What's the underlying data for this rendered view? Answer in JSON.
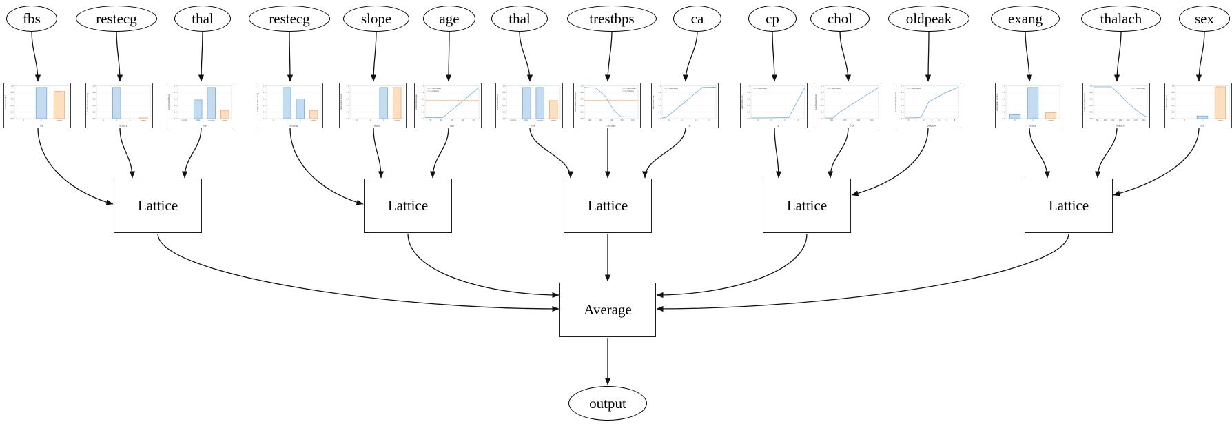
{
  "diagram": {
    "features": [
      {
        "label": "fbs",
        "lattice": 1
      },
      {
        "label": "restecg",
        "lattice": 1
      },
      {
        "label": "thal",
        "lattice": 1
      },
      {
        "label": "restecg",
        "lattice": 2
      },
      {
        "label": "slope",
        "lattice": 2
      },
      {
        "label": "age",
        "lattice": 2
      },
      {
        "label": "thal",
        "lattice": 3
      },
      {
        "label": "trestbps",
        "lattice": 3
      },
      {
        "label": "ca",
        "lattice": 3
      },
      {
        "label": "cp",
        "lattice": 4
      },
      {
        "label": "chol",
        "lattice": 4
      },
      {
        "label": "oldpeak",
        "lattice": 4
      },
      {
        "label": "exang",
        "lattice": 5
      },
      {
        "label": "thalach",
        "lattice": 5
      },
      {
        "label": "sex",
        "lattice": 5
      }
    ],
    "lattices": [
      {
        "label": "Lattice"
      },
      {
        "label": "Lattice"
      },
      {
        "label": "Lattice"
      },
      {
        "label": "Lattice"
      },
      {
        "label": "Lattice"
      }
    ],
    "average": {
      "label": "Average"
    },
    "output": {
      "label": "output"
    }
  },
  "chart_data": [
    {
      "feature": "fbs",
      "type": "bar",
      "ylabel": "calibrated fbs",
      "xlabel": "fbs",
      "categories": [
        "0",
        "1",
        "missing"
      ],
      "values": [
        0,
        0.95,
        0.83
      ],
      "bar_colors": [
        "blue",
        "blue",
        "orange"
      ],
      "yticks": [
        "0.0",
        "0.2",
        "0.4",
        "0.6",
        "0.8",
        "1.0"
      ],
      "ylim": [
        0,
        1
      ]
    },
    {
      "feature": "restecg",
      "type": "bar",
      "ylabel": "calibrated restecg",
      "xlabel": "restecg",
      "categories": [
        "0",
        "1",
        "2",
        "missing"
      ],
      "values": [
        0,
        0.95,
        0,
        0.05
      ],
      "bar_colors": [
        "blue",
        "blue",
        "blue",
        "orange"
      ],
      "yticks": [
        "0.0",
        "0.2",
        "0.4",
        "0.6",
        "0.8",
        "1.0"
      ],
      "ylim": [
        0,
        1
      ]
    },
    {
      "feature": "thal",
      "type": "bar",
      "ylabel": "calibrated thal",
      "xlabel": "thal",
      "categories": [
        "normal",
        "fixed",
        "reversible",
        "missing"
      ],
      "values": [
        0,
        0.57,
        0.95,
        0.25
      ],
      "bar_colors": [
        "blue",
        "blue",
        "blue",
        "orange"
      ],
      "yticks": [
        "0.0",
        "0.2",
        "0.4",
        "0.6",
        "0.8",
        "1.0"
      ],
      "ylim": [
        0,
        1
      ]
    },
    {
      "feature": "restecg",
      "type": "bar",
      "ylabel": "calibrated restecg",
      "xlabel": "restecg",
      "categories": [
        "0",
        "1",
        "2",
        "missing"
      ],
      "values": [
        0,
        0.95,
        0.6,
        0.25
      ],
      "bar_colors": [
        "blue",
        "blue",
        "blue",
        "orange"
      ],
      "yticks": [
        "0.0",
        "0.2",
        "0.4",
        "0.6",
        "0.8",
        "1.0"
      ],
      "ylim": [
        0,
        1
      ]
    },
    {
      "feature": "slope",
      "type": "bar",
      "ylabel": "calibrated slope",
      "xlabel": "slope",
      "categories": [
        "0",
        "1",
        "2",
        "missing"
      ],
      "values": [
        0,
        0,
        0.95,
        0.95
      ],
      "bar_colors": [
        "blue",
        "blue",
        "blue",
        "orange"
      ],
      "yticks": [
        "0.0",
        "0.2",
        "0.4",
        "0.6",
        "0.8",
        "1.0"
      ],
      "ylim": [
        0,
        1
      ]
    },
    {
      "feature": "age",
      "type": "line",
      "ylabel": "calibrated age",
      "xlabel": "age",
      "series": [
        {
          "name": "calibrated",
          "color": "blue",
          "points": [
            [
              0,
              0.03
            ],
            [
              0.33,
              0.03
            ],
            [
              1,
              0.95
            ]
          ]
        },
        {
          "name": "missing",
          "color": "orange",
          "points": [
            [
              0,
              0.55
            ],
            [
              1,
              0.55
            ]
          ]
        }
      ],
      "legend": [
        "calibrated",
        "missing"
      ],
      "legend_pos": "top-left",
      "xticks": [
        "30",
        "40",
        "50",
        "60",
        "70"
      ],
      "yticks": [
        "0.0",
        "0.2",
        "0.4",
        "0.6",
        "0.8",
        "1.0"
      ],
      "ylim": [
        0,
        1
      ]
    },
    {
      "feature": "thal",
      "type": "bar",
      "ylabel": "calibrated thal",
      "xlabel": "thal",
      "categories": [
        "normal",
        "fixed",
        "reversible",
        "missing"
      ],
      "values": [
        0,
        0.95,
        0.95,
        0.55
      ],
      "bar_colors": [
        "blue",
        "blue",
        "blue",
        "orange"
      ],
      "yticks": [
        "0.0",
        "0.2",
        "0.4",
        "0.6",
        "0.8",
        "1.0"
      ],
      "ylim": [
        0,
        1
      ]
    },
    {
      "feature": "trestbps",
      "type": "line",
      "ylabel": "calibrated trestbps",
      "xlabel": "trestbps",
      "series": [
        {
          "name": "calibrated",
          "color": "blue",
          "points": [
            [
              0,
              0.95
            ],
            [
              0.22,
              0.93
            ],
            [
              0.38,
              0.7
            ],
            [
              0.55,
              0.25
            ],
            [
              0.68,
              0.06
            ],
            [
              1,
              0.05
            ]
          ]
        },
        {
          "name": "missing",
          "color": "orange",
          "points": [
            [
              0,
              0.55
            ],
            [
              1,
              0.55
            ]
          ]
        }
      ],
      "legend": [
        "calibrated",
        "missing"
      ],
      "legend_pos": "top-right",
      "xticks": [
        "100",
        "120",
        "140",
        "160",
        "180"
      ],
      "yticks": [
        "0.0",
        "0.2",
        "0.4",
        "0.6",
        "0.8",
        "1.0"
      ],
      "ylim": [
        0,
        1
      ]
    },
    {
      "feature": "ca",
      "type": "line",
      "ylabel": "calibrated ca",
      "xlabel": "ca",
      "series": [
        {
          "name": "calibrated",
          "color": "blue",
          "points": [
            [
              0,
              0.02
            ],
            [
              0.08,
              0.04
            ],
            [
              0.75,
              0.95
            ],
            [
              1,
              0.96
            ]
          ]
        }
      ],
      "legend": [
        "calibrated"
      ],
      "legend_pos": "top-left",
      "xticks": [
        "0",
        "1",
        "2",
        "3"
      ],
      "yticks": [
        "0.0",
        "0.2",
        "0.4",
        "0.6",
        "0.8",
        "1.0"
      ],
      "ylim": [
        0,
        1
      ]
    },
    {
      "feature": "cp",
      "type": "line",
      "ylabel": "calibrated cp",
      "xlabel": "cp",
      "series": [
        {
          "name": "calibrated",
          "color": "blue",
          "points": [
            [
              0,
              0.02
            ],
            [
              0.7,
              0.03
            ],
            [
              1,
              0.95
            ]
          ]
        }
      ],
      "legend": [
        "calibrated"
      ],
      "legend_pos": "top-left",
      "xticks": [
        "0",
        "1",
        "2",
        "3"
      ],
      "yticks": [
        "0.0",
        "0.2",
        "0.4",
        "0.6",
        "0.8",
        "1.0"
      ],
      "ylim": [
        0,
        1
      ]
    },
    {
      "feature": "chol",
      "type": "line",
      "ylabel": "calibrated chol",
      "xlabel": "chol",
      "series": [
        {
          "name": "calibrated",
          "color": "blue",
          "points": [
            [
              0,
              0.02
            ],
            [
              0.15,
              0.02
            ],
            [
              0.28,
              0.2
            ],
            [
              0.55,
              0.48
            ],
            [
              1,
              0.95
            ]
          ]
        }
      ],
      "legend": [
        "calibrated"
      ],
      "legend_pos": "top-left",
      "xticks": [
        "200",
        "300",
        "400",
        "500"
      ],
      "yticks": [
        "0.0",
        "0.2",
        "0.4",
        "0.6",
        "0.8",
        "1.0"
      ],
      "ylim": [
        0,
        1
      ]
    },
    {
      "feature": "oldpeak",
      "type": "line",
      "ylabel": "calibrated oldpeak",
      "xlabel": "oldpeak",
      "series": [
        {
          "name": "calibrated",
          "color": "blue",
          "points": [
            [
              0,
              0.02
            ],
            [
              0.3,
              0.03
            ],
            [
              0.45,
              0.52
            ],
            [
              0.75,
              0.78
            ],
            [
              1,
              0.96
            ]
          ]
        }
      ],
      "legend": [
        "calibrated"
      ],
      "legend_pos": "top-left",
      "xticks": [
        "0",
        "1",
        "2",
        "3",
        "4",
        "5",
        "6"
      ],
      "yticks": [
        "0.0",
        "0.2",
        "0.4",
        "0.6",
        "0.8",
        "1.0"
      ],
      "ylim": [
        0,
        1
      ]
    },
    {
      "feature": "exang",
      "type": "bar",
      "ylabel": "calibrated exang",
      "xlabel": "exang",
      "categories": [
        "0",
        "1",
        "missing"
      ],
      "values": [
        0.12,
        0.95,
        0.18
      ],
      "bar_colors": [
        "blue",
        "blue",
        "orange"
      ],
      "yticks": [
        "0.0",
        "0.2",
        "0.4",
        "0.6",
        "0.8",
        "1.0"
      ],
      "ylim": [
        0,
        1
      ]
    },
    {
      "feature": "thalach",
      "type": "line",
      "ylabel": "calibrated thalach",
      "xlabel": "thalach",
      "series": [
        {
          "name": "calibrated",
          "color": "blue",
          "points": [
            [
              0,
              0.97
            ],
            [
              0.33,
              0.97
            ],
            [
              0.45,
              0.8
            ],
            [
              0.6,
              0.54
            ],
            [
              0.75,
              0.32
            ],
            [
              0.9,
              0.13
            ],
            [
              1,
              0.04
            ]
          ]
        }
      ],
      "legend": [
        "calibrated"
      ],
      "legend_pos": "top-right",
      "xticks": [
        "80",
        "100",
        "120",
        "140",
        "160",
        "180",
        "200"
      ],
      "yticks": [
        "0.0",
        "0.2",
        "0.4",
        "0.6",
        "0.8",
        "1.0"
      ],
      "ylim": [
        0,
        1
      ]
    },
    {
      "feature": "sex",
      "type": "bar",
      "ylabel": "calibrated sex",
      "xlabel": "sex",
      "categories": [
        "0",
        "1",
        "missing"
      ],
      "values": [
        0,
        0.08,
        0.97
      ],
      "bar_colors": [
        "blue",
        "blue",
        "orange"
      ],
      "yticks": [
        "0.0",
        "0.2",
        "0.4",
        "0.6",
        "0.8",
        "1.0"
      ],
      "ylim": [
        0,
        1
      ]
    }
  ],
  "colors": {
    "blue_edge": "#6ba3d6",
    "blue_fill": "#c5dcf0",
    "orange_edge": "#f0a463",
    "orange_fill": "#fcdfc0",
    "line_blue": "#7fb3dd",
    "line_orange": "#f5ad6e",
    "arrow_black": "#111111"
  }
}
